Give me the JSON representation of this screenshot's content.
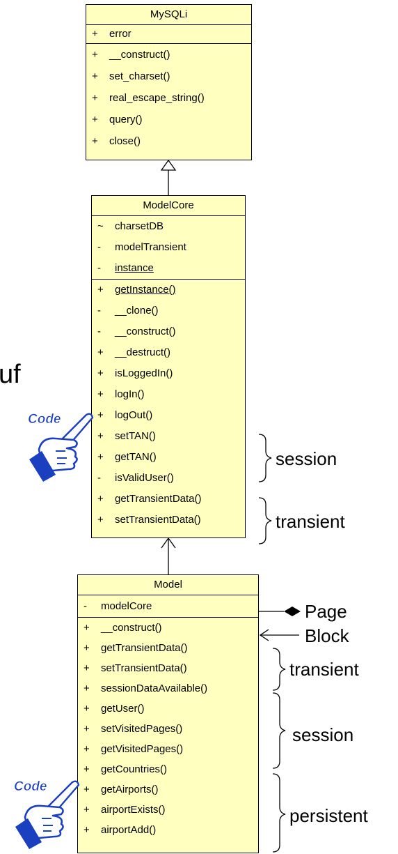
{
  "side_text": "uf",
  "mysqli": {
    "title": "MySQLi",
    "attributes": [
      {
        "vis": "+",
        "name": "error"
      }
    ],
    "operations": [
      {
        "vis": "+",
        "name": "__construct()"
      },
      {
        "vis": "+",
        "name": "set_charset()"
      },
      {
        "vis": "+",
        "name": "real_escape_string()"
      },
      {
        "vis": "+",
        "name": "query()"
      },
      {
        "vis": "+",
        "name": "close()"
      }
    ]
  },
  "modelcore": {
    "title": "ModelCore",
    "attributes": [
      {
        "vis": "~",
        "name": "charsetDB",
        "underline": false
      },
      {
        "vis": "-",
        "name": "modelTransient",
        "underline": false
      },
      {
        "vis": "-",
        "name": "instance",
        "underline": true
      }
    ],
    "operations": [
      {
        "vis": "+",
        "name": "getInstance()",
        "underline": true
      },
      {
        "vis": "-",
        "name": "__clone()",
        "underline": false
      },
      {
        "vis": "-",
        "name": "__construct()",
        "underline": false
      },
      {
        "vis": "+",
        "name": "__destruct()",
        "underline": false
      },
      {
        "vis": "+",
        "name": "isLoggedIn()",
        "underline": false
      },
      {
        "vis": "+",
        "name": "logIn()",
        "underline": false
      },
      {
        "vis": "+",
        "name": "logOut()",
        "underline": false
      },
      {
        "vis": "+",
        "name": "setTAN()",
        "underline": false
      },
      {
        "vis": "+",
        "name": "getTAN()",
        "underline": false
      },
      {
        "vis": "-",
        "name": "isValidUser()",
        "underline": false
      },
      {
        "vis": "+",
        "name": "getTransientData()",
        "underline": false
      },
      {
        "vis": "+",
        "name": "setTransientData()",
        "underline": false
      }
    ]
  },
  "model": {
    "title": "Model",
    "attributes": [
      {
        "vis": "-",
        "name": "modelCore"
      }
    ],
    "operations": [
      {
        "vis": "+",
        "name": "__construct()"
      },
      {
        "vis": "+",
        "name": "getTransientData()"
      },
      {
        "vis": "+",
        "name": "setTransientData()"
      },
      {
        "vis": "+",
        "name": "sessionDataAvailable()"
      },
      {
        "vis": "+",
        "name": "getUser()"
      },
      {
        "vis": "+",
        "name": "setVisitedPages()"
      },
      {
        "vis": "+",
        "name": "getVisitedPages()"
      },
      {
        "vis": "+",
        "name": "getCountries()"
      },
      {
        "vis": "+",
        "name": "getAirports()"
      },
      {
        "vis": "+",
        "name": "airportExists()"
      },
      {
        "vis": "+",
        "name": "airportAdd()"
      }
    ]
  },
  "annotations": {
    "core_session": "session",
    "core_transient": "transient",
    "page": "Page",
    "block": "Block",
    "model_transient": "transient",
    "model_session": "session",
    "model_persistent": "persistent"
  },
  "code_icon_label": "Code",
  "colors": {
    "class_fill": "#ffffc0",
    "code_blue": "#1a3fbf"
  }
}
